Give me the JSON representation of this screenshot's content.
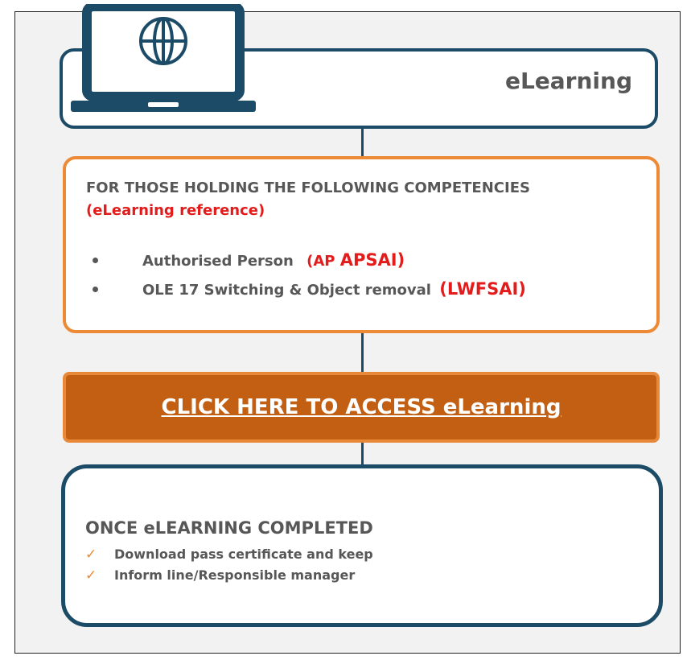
{
  "colors": {
    "navy": "#1b4b66",
    "orange_border": "#ec8a35",
    "cta_fill": "#c35f12",
    "red_ref": "#e31b1b",
    "text": "#575757"
  },
  "title": {
    "label": "eLearning",
    "icon": "laptop-globe-icon"
  },
  "competencies": {
    "header_main": "FOR THOSE HOLDING THE FOLLOWING COMPETENCIES",
    "header_ref": "(eLearning reference)",
    "items": [
      {
        "label": "Authorised Person",
        "ref_prefix": "(AP",
        "ref_code": "APSAI)"
      },
      {
        "label": "OLE 17 Switching & Object removal",
        "ref_prefix": "",
        "ref_code": "(LWFSAI)"
      }
    ]
  },
  "cta": {
    "label": "CLICK HERE TO ACCESS eLearning"
  },
  "completion": {
    "title": "ONCE eLEARNING COMPLETED",
    "items": [
      {
        "label": "Download pass certificate and keep",
        "icon": "check-icon"
      },
      {
        "label": "Inform line/Responsible manager",
        "icon": "check-icon"
      }
    ]
  }
}
